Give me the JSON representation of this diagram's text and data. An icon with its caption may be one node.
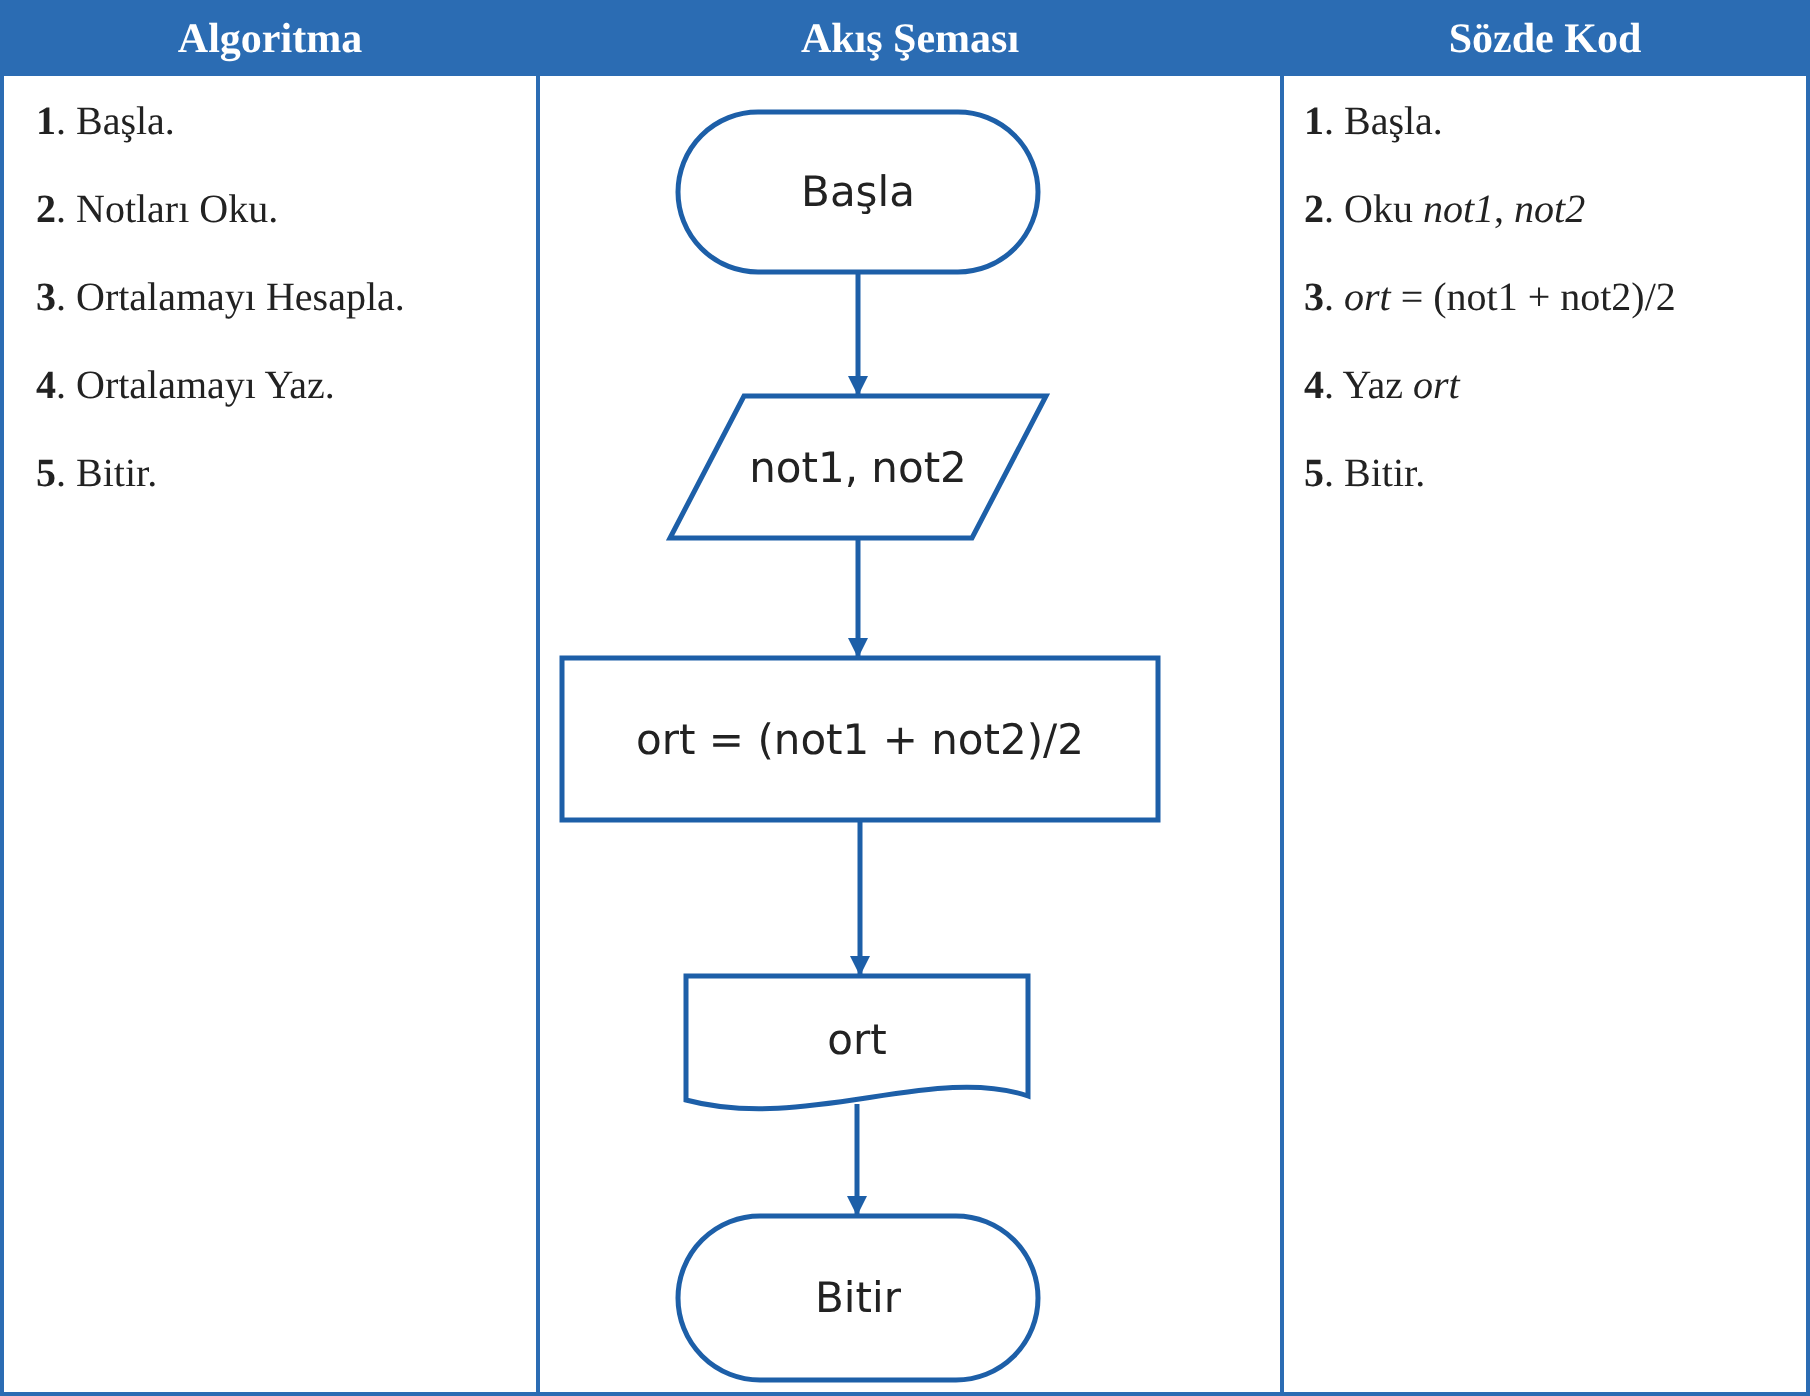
{
  "diagram": {
    "nodes": [
      {
        "text": [
          "Başla"
        ]
      },
      {
        "text": [
          "not1, not2"
        ]
      },
      {
        "text": [
          "ort = (not1 + not2)/2"
        ]
      },
      {
        "text": [
          "ort"
        ]
      },
      {
        "text": [
          "Bitir"
        ]
      }
    ],
    "edges": [
      {
        "from": 0,
        "to": 1,
        "arrow": "to"
      },
      {
        "from": 1,
        "to": 2,
        "arrow": "to"
      },
      {
        "from": 2,
        "to": 3,
        "arrow": "to"
      },
      {
        "from": 3,
        "to": 4,
        "arrow": "to"
      }
    ],
    "labels": [
      "Algoritma",
      "Akış Şeması",
      "Sözde Kod",
      "**1**. Başla.",
      "**2**. Notları Oku.",
      "**3**. Ortalamayı Hesapla.",
      "**4**. Ortalamayı Yaz.",
      "**5**. Bitir.",
      "**1**. Başla.",
      "**2**. Oku *not1*, *not2*",
      "**3**. *ort* = (not1 + not2)/2",
      "**4**. Yaz *ort*",
      "**5**. Bitir."
    ]
  }
}
